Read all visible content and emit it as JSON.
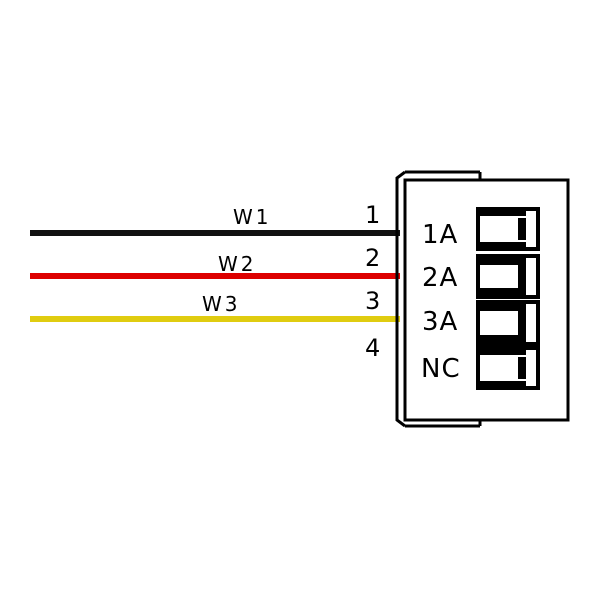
{
  "wires": [
    {
      "label": "W1",
      "pin": "1",
      "color": "#111111"
    },
    {
      "label": "W2",
      "pin": "2",
      "color": "#dd0000"
    },
    {
      "label": "W3",
      "pin": "3",
      "color": "#e0cc10"
    }
  ],
  "unused_pin": "4",
  "connector": {
    "pins": [
      {
        "label": "1A"
      },
      {
        "label": "2A"
      },
      {
        "label": "3A"
      },
      {
        "label": "NC"
      }
    ]
  }
}
